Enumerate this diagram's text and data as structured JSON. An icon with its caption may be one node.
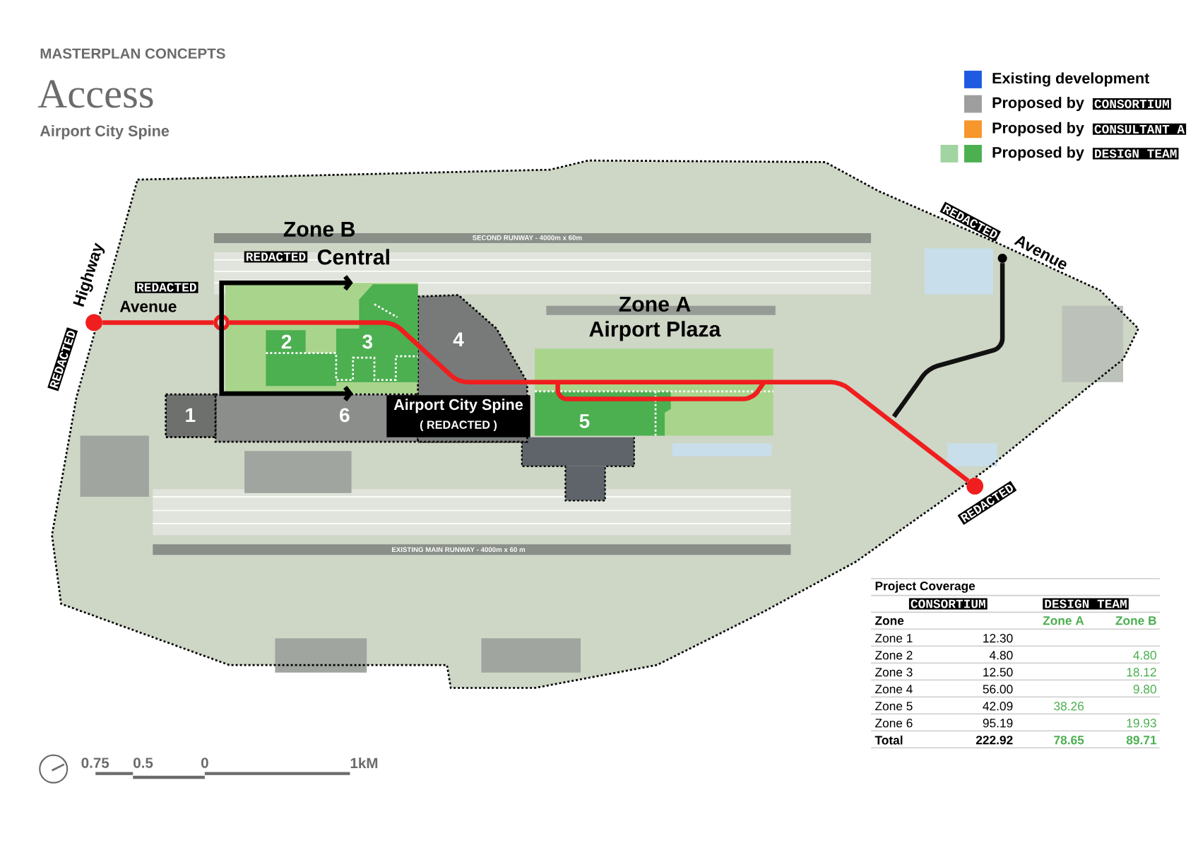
{
  "diagram": {
    "title": "Access",
    "nodes": [
      {
        "text": [
          "1"
        ]
      },
      {
        "text": [
          "2"
        ]
      },
      {
        "text": [
          "3"
        ]
      },
      {
        "text": [
          "4"
        ]
      },
      {
        "text": [
          "5"
        ]
      },
      {
        "text": [
          "6"
        ]
      },
      {
        "text": [],
        "shape": "circle"
      },
      {
        "text": [],
        "shape": "circle"
      },
      {
        "text": [],
        "shape": "circle"
      },
      {
        "text": [],
        "shape": "circle"
      }
    ],
    "edges": [
      {
        "from": 6,
        "to": 7,
        "arrow": "none"
      },
      {
        "from": 7,
        "to": 8,
        "arrow": "none"
      },
      {
        "from": 9,
        "to": null,
        "arrow": "none",
        "color": "#111111"
      }
    ],
    "labels": [
      "MASTERPLAN CONCEPTS",
      "Airport City Spine",
      "CONSORTIUM",
      "CONSULTANT A",
      "DESIGN TEAM",
      "Zone B",
      "REDACTED",
      "Central",
      "REDACTED",
      "Avenue",
      "REDACTED",
      "Highway",
      "SECOND RUNWAY - 4000m x 60m",
      "Zone A",
      "Airport Plaza",
      "REDACTED",
      "Avenue",
      "Airport City Spine",
      "( REDACTED )",
      "REDACTED",
      "EXISTING MAIN RUNWAY - 4000m x 60 m",
      "Project Coverage",
      "CONSORTIUM",
      "DESIGN TEAM",
      "Zone",
      "Zone A",
      "Zone B",
      "Zone 1",
      "12.30",
      "Zone 2",
      "4.80",
      "4.80",
      "Zone 3",
      "12.50",
      "18.12",
      "Zone 4",
      "56.00",
      "9.80",
      "Zone 5",
      "42.09",
      "38.26",
      "Zone 6",
      "95.19",
      "19.93",
      "Total",
      "222.92",
      "78.65",
      "89.71",
      "0.75",
      "0.5",
      "0",
      "1kM"
    ],
    "legend": [
      {
        "text": "Existing development",
        "color": "#1f5ae0"
      },
      {
        "text": "Proposed by",
        "color": "#9e9e9e"
      },
      {
        "text": "Proposed by",
        "color": "#f7962a"
      },
      {
        "text": "Proposed by",
        "color": "#4caf50"
      }
    ]
  }
}
